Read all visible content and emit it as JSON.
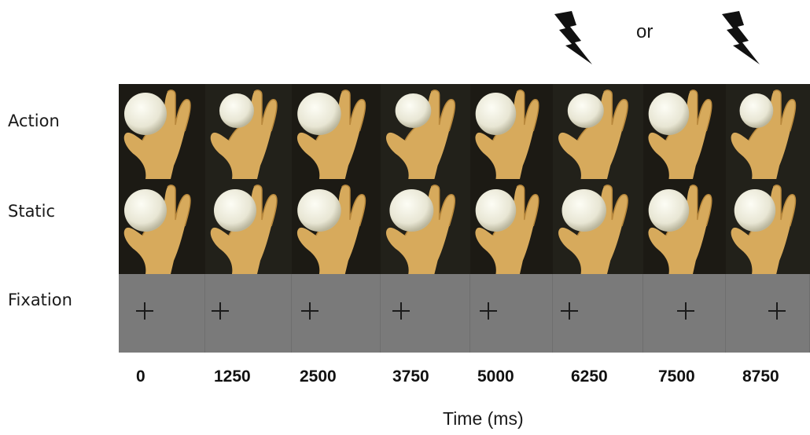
{
  "rows": {
    "action": "Action",
    "static": "Static",
    "fixation": "Fixation"
  },
  "time_points": [
    "0",
    "1250",
    "2500",
    "3750",
    "5000",
    "6250",
    "7500",
    "8750"
  ],
  "axis_title": "Time (ms)",
  "or_text": "or",
  "icons": {
    "stimulus": "lightning-bolt-icon",
    "fixation": "fixation-cross"
  },
  "colors": {
    "image_background": "#1c1a14",
    "fixation_background": "#7a7a7a"
  }
}
